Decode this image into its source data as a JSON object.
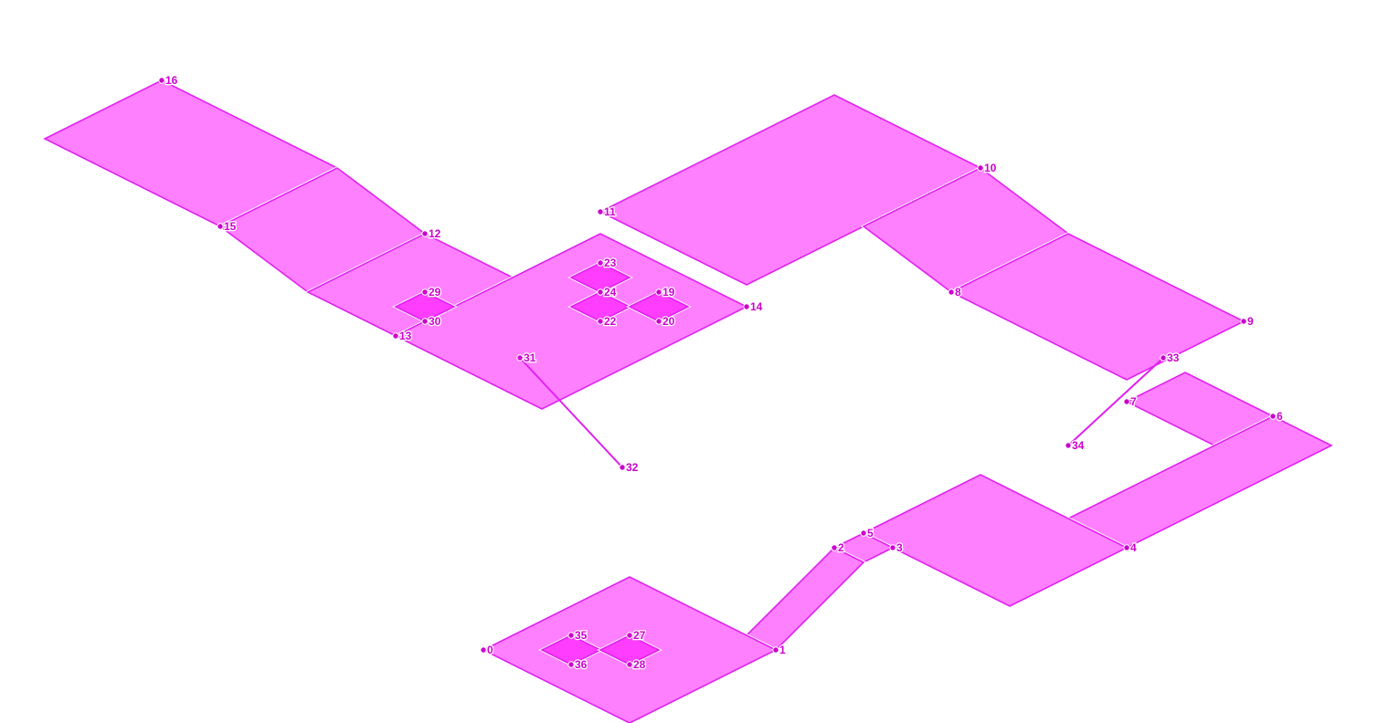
{
  "colors": {
    "background": "#ffffff",
    "region_fill": "#ff80ff",
    "subregion_fill": "#ff3dff",
    "stroke": "#e020f0",
    "outline": "#ffffff",
    "label": "#cc00cc"
  },
  "points": [
    {
      "id": "0",
      "label": "0"
    },
    {
      "id": "1",
      "label": "1"
    },
    {
      "id": "2",
      "label": "2"
    },
    {
      "id": "3",
      "label": "3"
    },
    {
      "id": "4",
      "label": "4"
    },
    {
      "id": "5",
      "label": "5"
    },
    {
      "id": "6",
      "label": "6"
    },
    {
      "id": "7",
      "label": "7"
    },
    {
      "id": "8",
      "label": "8"
    },
    {
      "id": "9",
      "label": "9"
    },
    {
      "id": "10",
      "label": "10"
    },
    {
      "id": "11",
      "label": "11"
    },
    {
      "id": "12",
      "label": "12"
    },
    {
      "id": "13",
      "label": "13"
    },
    {
      "id": "14",
      "label": "14"
    },
    {
      "id": "15",
      "label": "15"
    },
    {
      "id": "16",
      "label": "16"
    },
    {
      "id": "19",
      "label": "19"
    },
    {
      "id": "20",
      "label": "20"
    },
    {
      "id": "22",
      "label": "22"
    },
    {
      "id": "23",
      "label": "23"
    },
    {
      "id": "24",
      "label": "24"
    },
    {
      "id": "27",
      "label": "27"
    },
    {
      "id": "28",
      "label": "28"
    },
    {
      "id": "29",
      "label": "29"
    },
    {
      "id": "30",
      "label": "30"
    },
    {
      "id": "31",
      "label": "31"
    },
    {
      "id": "32",
      "label": "32"
    },
    {
      "id": "33",
      "label": "33"
    },
    {
      "id": "34",
      "label": "34"
    },
    {
      "id": "35",
      "label": "35"
    },
    {
      "id": "36",
      "label": "36"
    }
  ]
}
